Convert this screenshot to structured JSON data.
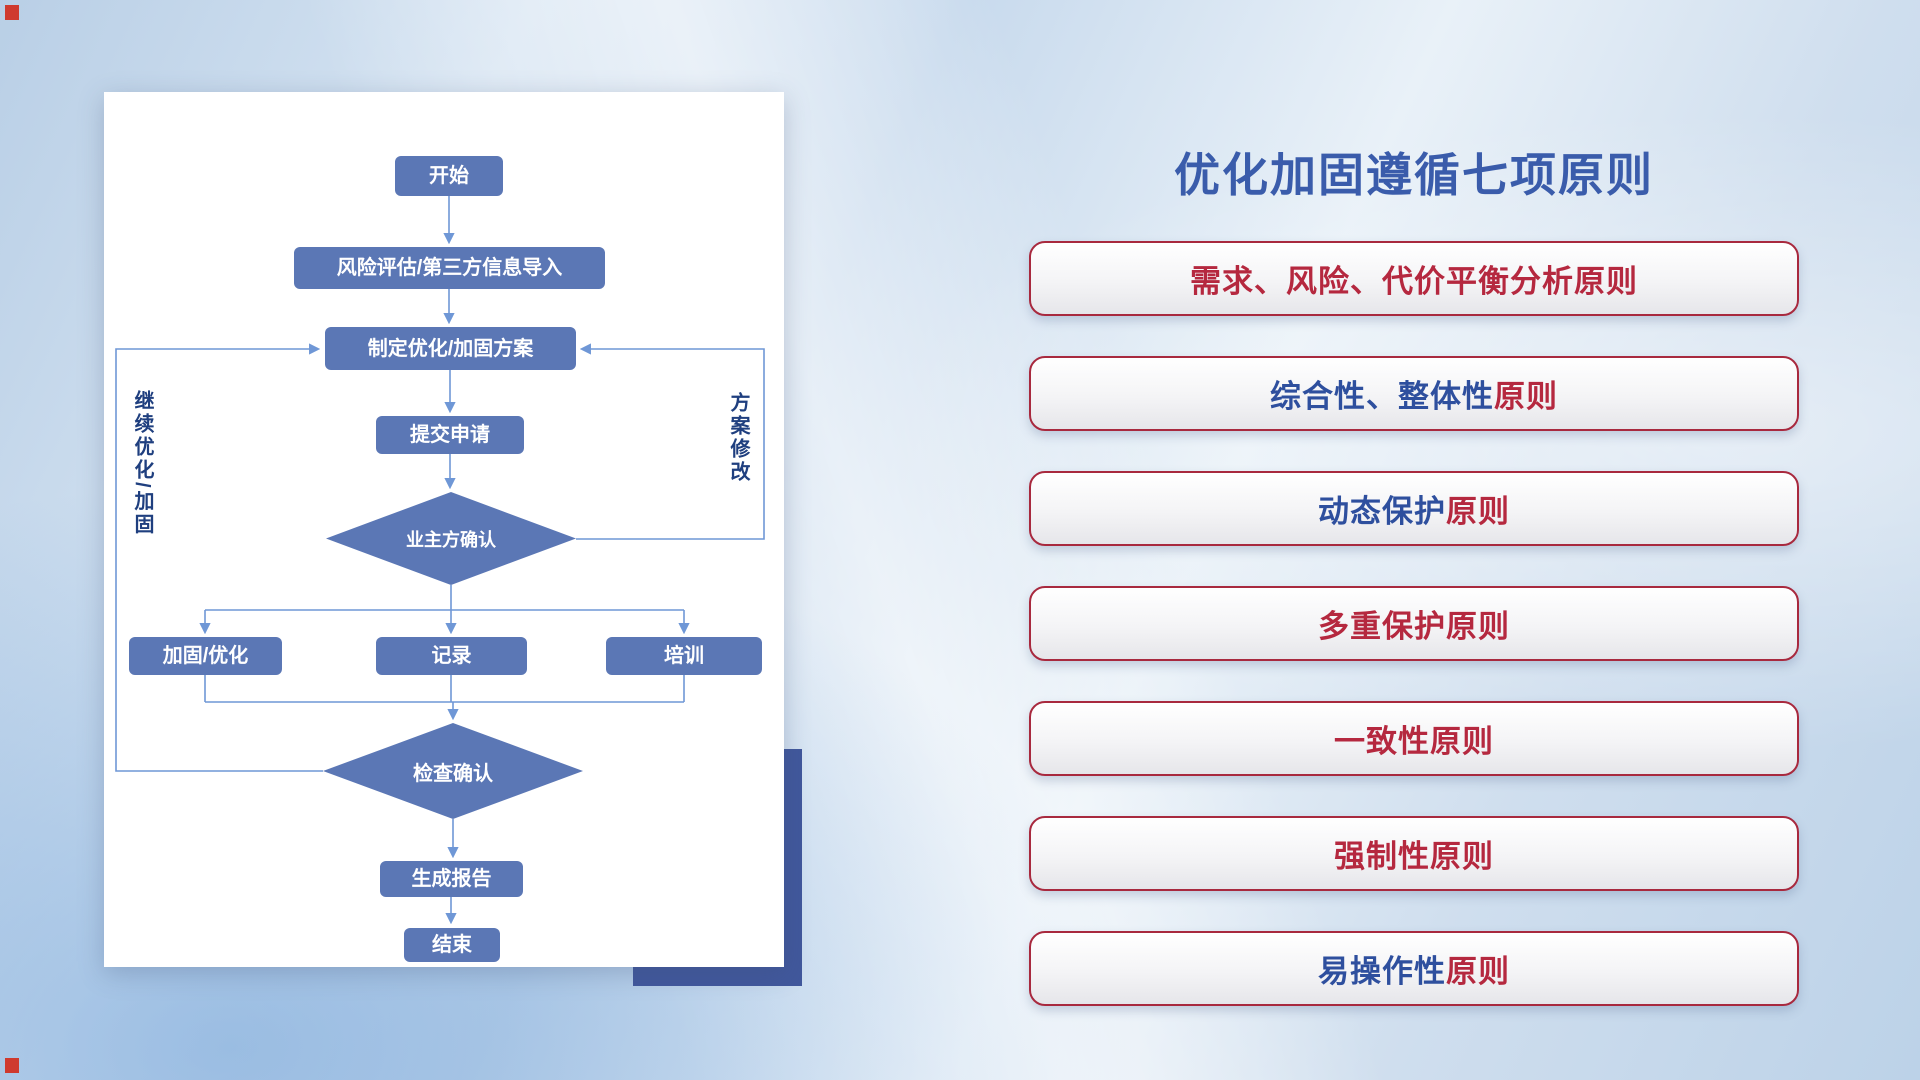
{
  "title": "优化加固遵循七项原则",
  "flowchart": {
    "nodes": {
      "start": "开始",
      "risk": "风险评估/第三方信息导入",
      "plan": "制定优化/加固方案",
      "submit": "提交申请",
      "owner_confirm": "业主方确认",
      "reinforce": "加固/优化",
      "record": "记录",
      "training": "培训",
      "check_confirm": "检查确认",
      "report": "生成报告",
      "end": "结束"
    },
    "labels": {
      "left_loop": "继续优化/加固",
      "right_loop": "方案修改"
    }
  },
  "principles": [
    {
      "segments": [
        {
          "text": "需求、风险、代价平衡分析原则",
          "color": "red"
        }
      ]
    },
    {
      "segments": [
        {
          "text": "综合性、整体性",
          "color": "blue"
        },
        {
          "text": "原则",
          "color": "red"
        }
      ]
    },
    {
      "segments": [
        {
          "text": "动态保护",
          "color": "blue"
        },
        {
          "text": "原则",
          "color": "red"
        }
      ]
    },
    {
      "segments": [
        {
          "text": "多重保护原则",
          "color": "red"
        }
      ]
    },
    {
      "segments": [
        {
          "text": "一致性原则",
          "color": "red"
        }
      ]
    },
    {
      "segments": [
        {
          "text": "强制性原则",
          "color": "red"
        }
      ]
    },
    {
      "segments": [
        {
          "text": "易操作性",
          "color": "blue"
        },
        {
          "text": "原则",
          "color": "red"
        }
      ]
    }
  ],
  "colors": {
    "red": "#b5283f",
    "blue": "#2e4f9e",
    "title": "#3a5cab",
    "node": "#5b77b5",
    "line": "#6f97d6",
    "box_border": "#a8293e",
    "shadow_block": "#41589c",
    "vlabel": "#1f3f7f",
    "corner_mark": "#cf3a2e"
  }
}
